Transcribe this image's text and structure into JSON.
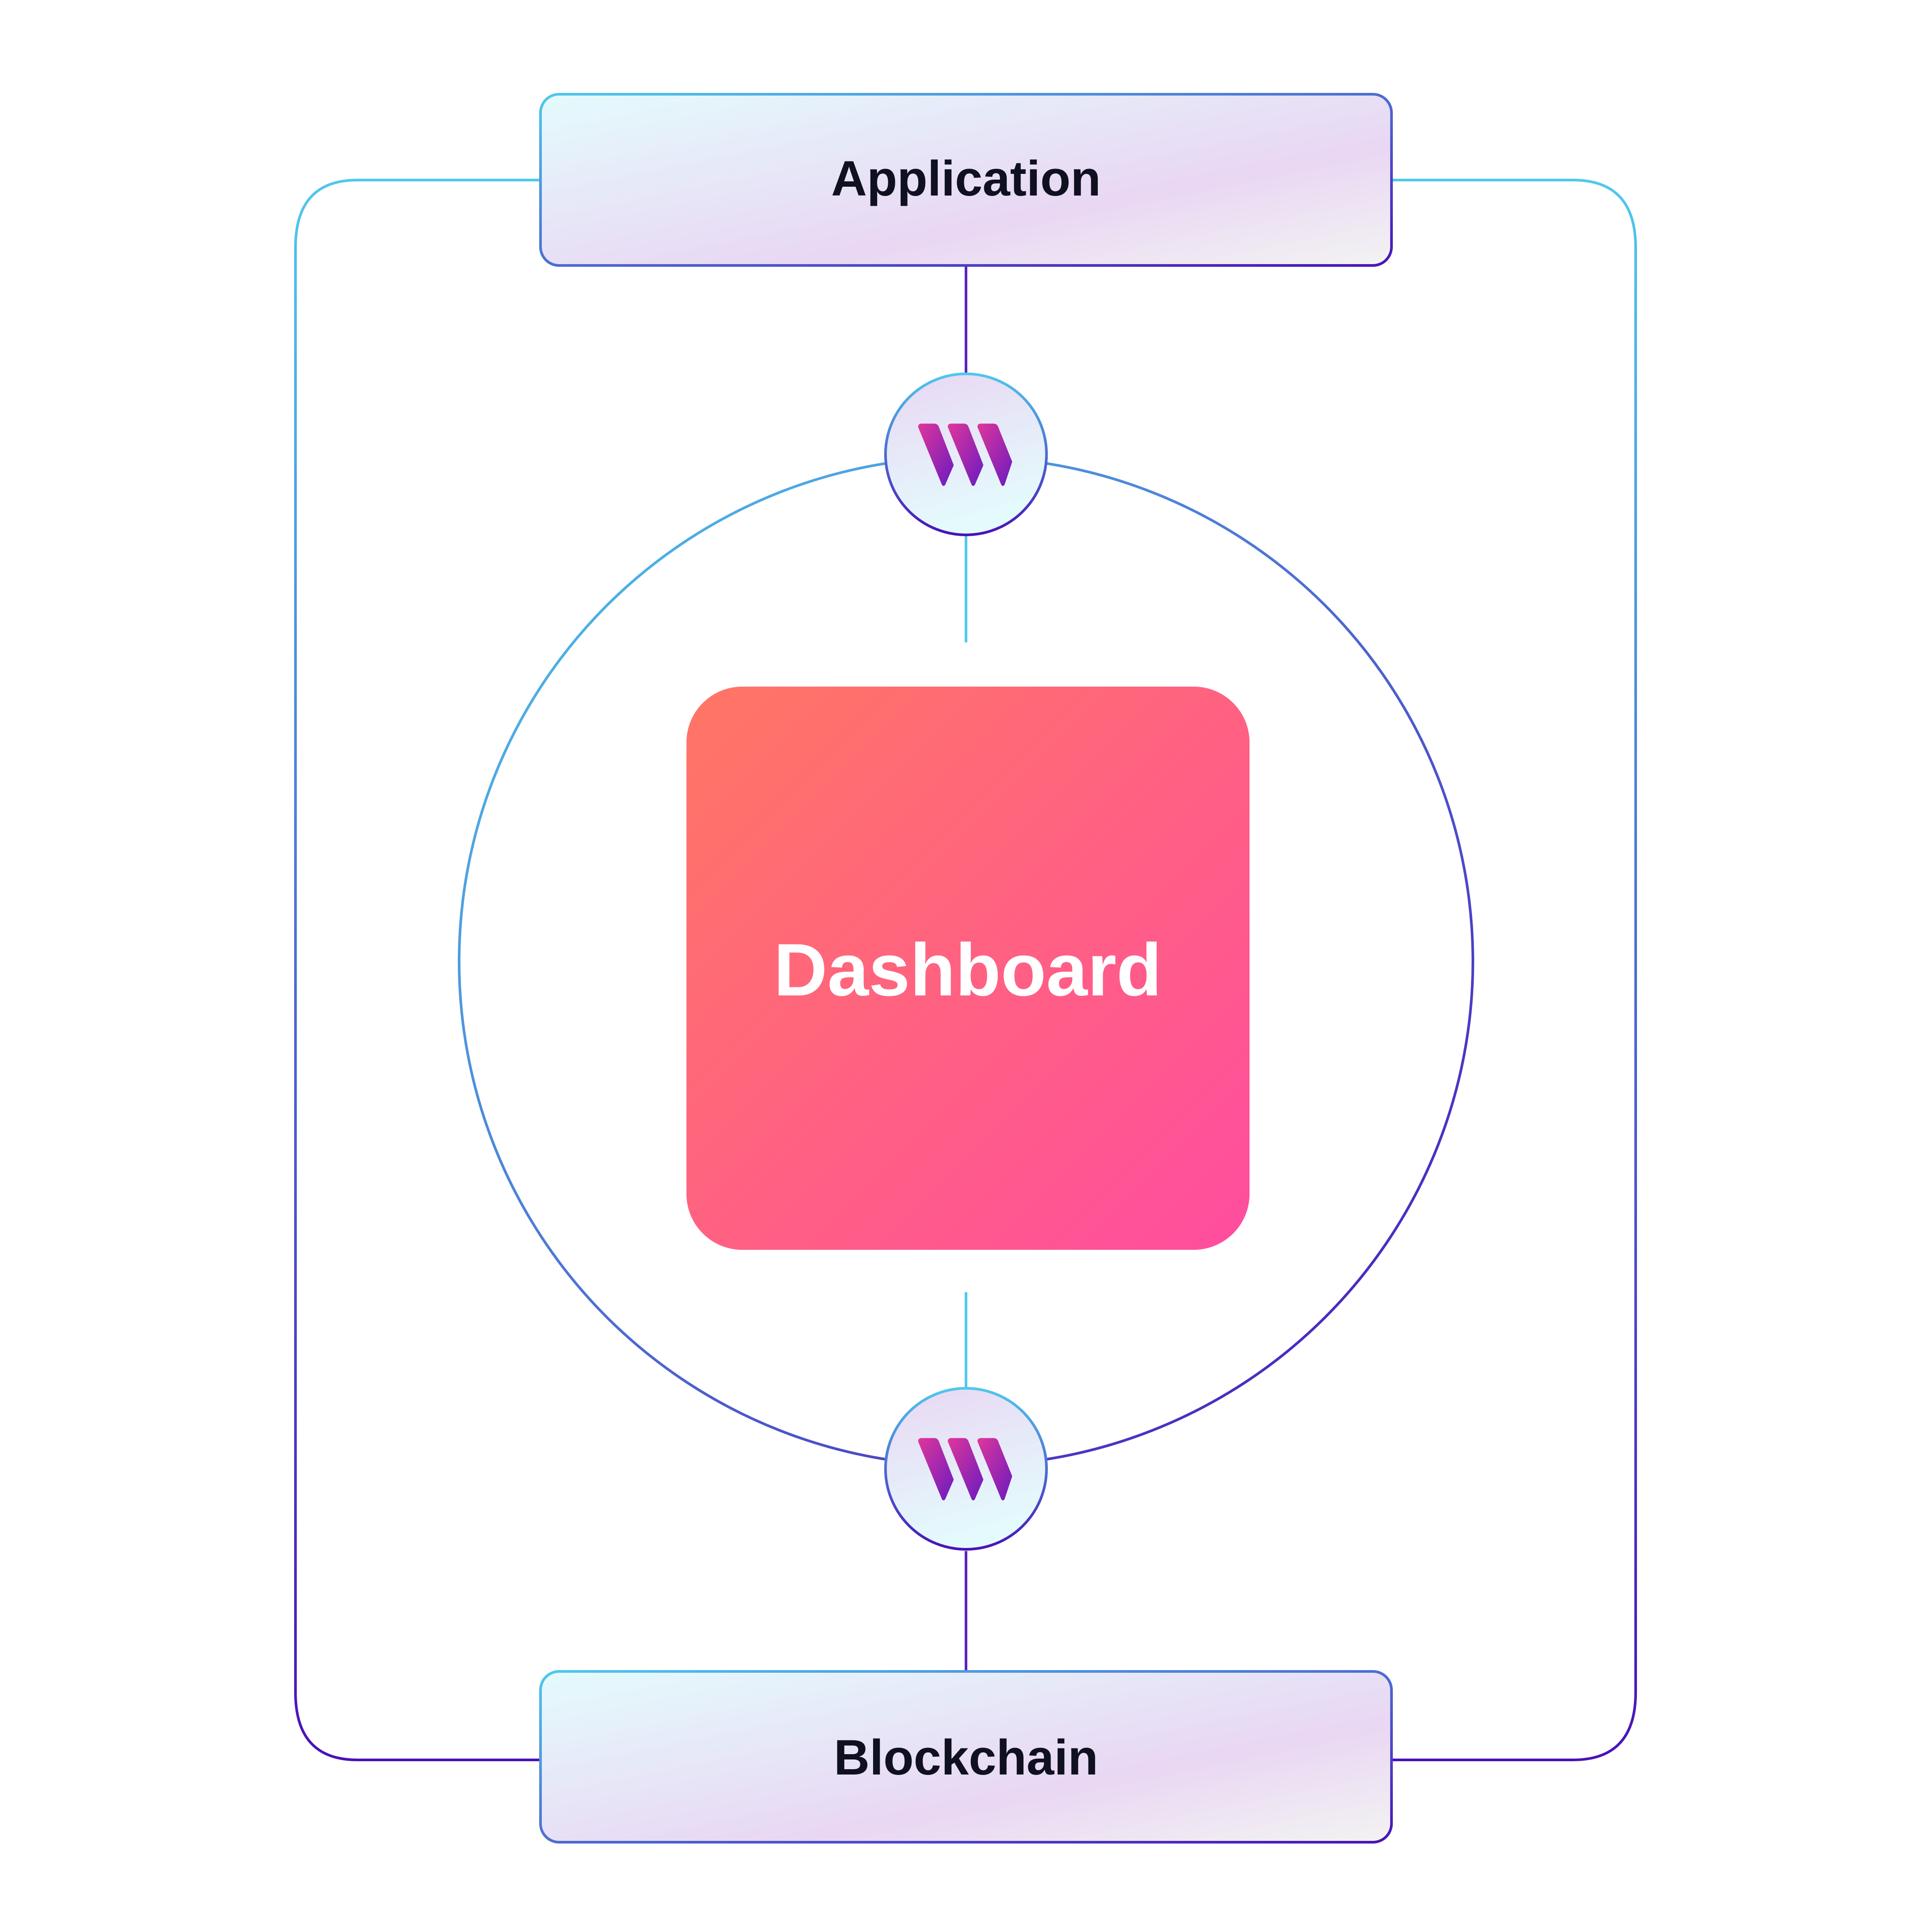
{
  "diagram": {
    "nodes": {
      "top_box": {
        "label": "Application"
      },
      "center_box": {
        "label": "Dashboard"
      },
      "bottom_box": {
        "label": "Blockchain"
      }
    },
    "connectors": {
      "top_hub": {
        "icon": "brand-logo-icon"
      },
      "bottom_hub": {
        "icon": "brand-logo-icon"
      }
    }
  },
  "colors": {
    "line_light": "#4fc8ec",
    "line_dark": "#4a12b8",
    "box_fill_start": "#e4fbfd",
    "box_fill_mid": "#e9d7f3",
    "box_fill_end": "#f3f3f3",
    "dashboard_start": "#ff7664",
    "dashboard_end": "#ff4d9f",
    "label_dark": "#0f1020",
    "label_light": "#ffffff",
    "logo_start": "#e0369a",
    "logo_end": "#6a1bc0"
  }
}
